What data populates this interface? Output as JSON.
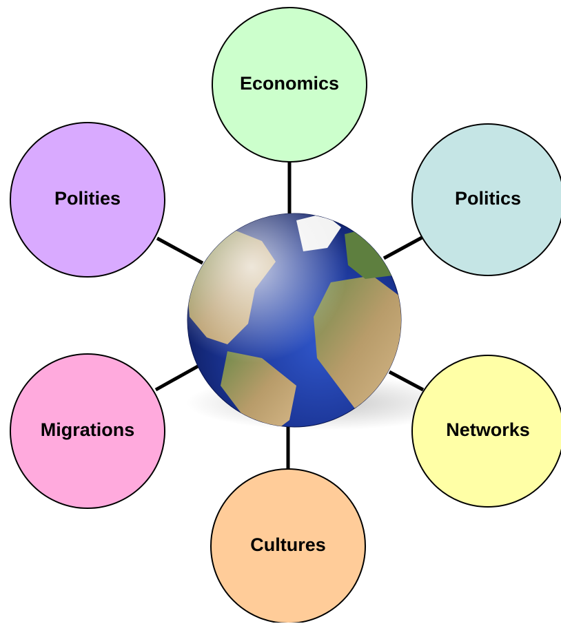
{
  "diagram": {
    "center": {
      "icon": "globe-icon",
      "depicts": "Earth globe"
    },
    "nodes": [
      {
        "id": "economics",
        "label": "Economics",
        "fill": "#ccffcc"
      },
      {
        "id": "politics",
        "label": "Politics",
        "fill": "#c5e5e5"
      },
      {
        "id": "networks",
        "label": "Networks",
        "fill": "#ffffa6"
      },
      {
        "id": "cultures",
        "label": "Cultures",
        "fill": "#ffcc99"
      },
      {
        "id": "migrations",
        "label": "Migrations",
        "fill": "#ffaadd"
      },
      {
        "id": "polities",
        "label": "Polities",
        "fill": "#d9aaff"
      }
    ],
    "connector_color": "#000000",
    "node_stroke": "#000000"
  }
}
